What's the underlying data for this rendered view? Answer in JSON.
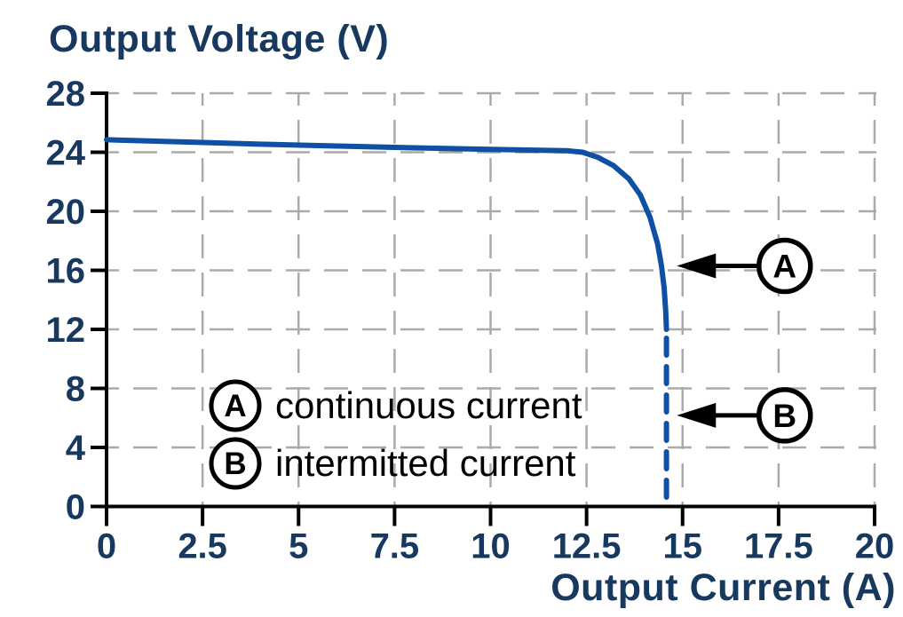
{
  "chart_data": {
    "type": "line",
    "title": "",
    "xlabel": "Output Current (A)",
    "ylabel": "Output Voltage (V)",
    "xlim": [
      0,
      20
    ],
    "ylim": [
      0,
      28
    ],
    "x_ticks": [
      0,
      2.5,
      5,
      7.5,
      10,
      12.5,
      15,
      17.5,
      20
    ],
    "y_ticks": [
      0,
      4,
      8,
      12,
      16,
      20,
      24,
      28
    ],
    "grid": "dashed",
    "legend_position": "inside-lower-left",
    "colors": {
      "curve_blue": "#0e50a4",
      "label_navy": "#17395f",
      "grid_gray": "#aaaaaa",
      "annotation_black": "#000000",
      "background": "#ffffff"
    },
    "series": [
      {
        "name": "continuous current",
        "symbol": "A",
        "style": "solid",
        "points": [
          [
            0,
            24.85
          ],
          [
            2,
            24.7
          ],
          [
            4,
            24.55
          ],
          [
            6,
            24.42
          ],
          [
            8,
            24.3
          ],
          [
            10,
            24.2
          ],
          [
            12,
            24.1
          ],
          [
            12.4,
            24.0
          ],
          [
            12.8,
            23.65
          ],
          [
            13.2,
            23.1
          ],
          [
            13.6,
            22.2
          ],
          [
            13.9,
            21.1
          ],
          [
            14.15,
            19.6
          ],
          [
            14.35,
            17.8
          ],
          [
            14.45,
            16.3
          ],
          [
            14.52,
            14.8
          ],
          [
            14.56,
            13.3
          ],
          [
            14.58,
            12.0
          ]
        ]
      },
      {
        "name": "intermitted current",
        "symbol": "B",
        "style": "dashed",
        "points": [
          [
            14.58,
            11.4
          ],
          [
            14.58,
            0.25
          ]
        ]
      }
    ],
    "annotations": [
      {
        "symbol": "A",
        "refers_to": "continuous current",
        "tip": [
          14.85,
          16.3
        ],
        "circle": [
          17.66,
          16.3
        ]
      },
      {
        "symbol": "B",
        "refers_to": "intermitted current",
        "tip": [
          14.85,
          6.17
        ],
        "circle": [
          17.66,
          6.17
        ]
      }
    ],
    "legend": [
      {
        "symbol": "A",
        "label": "continuous current"
      },
      {
        "symbol": "B",
        "label": "intermitted current"
      }
    ]
  }
}
